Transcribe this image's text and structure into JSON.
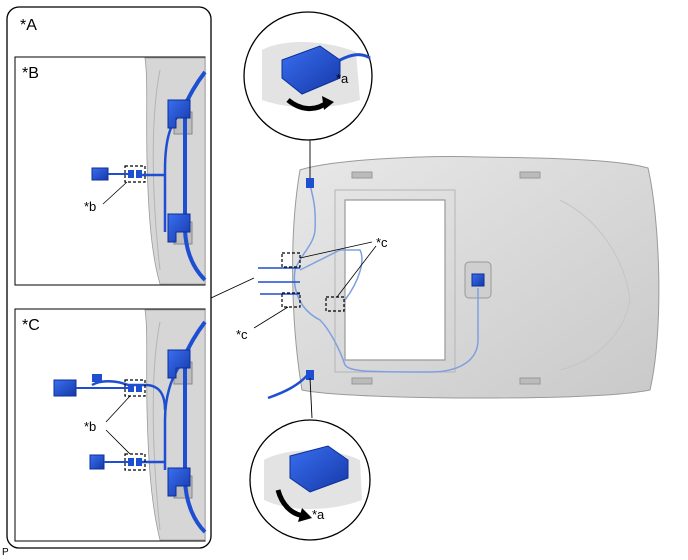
{
  "labels": {
    "A": "*A",
    "B": "*B",
    "C": "*C",
    "a_top": "*a",
    "a_bottom": "*a",
    "b_panelB": "*b",
    "b_panelC": "*b",
    "c_right": "*c",
    "c_left": "*c",
    "corner": "P"
  },
  "colors": {
    "harness": "#1f4fd1",
    "harness_dark": "#0b2f99",
    "headliner": "#d9d9d9",
    "headliner_edge": "#a9a9a9",
    "panel_border": "#000000",
    "clip": "#2a62e8"
  }
}
